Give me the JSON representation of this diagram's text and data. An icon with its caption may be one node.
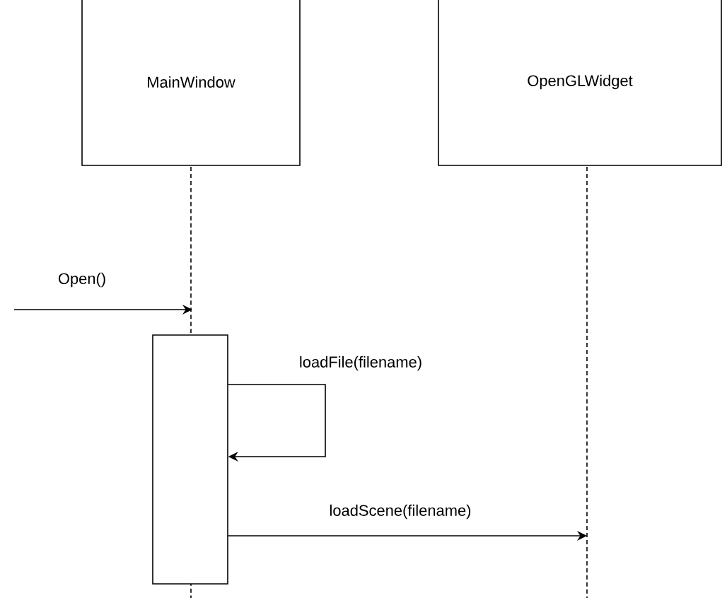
{
  "diagram": {
    "nodes": [
      {
        "text": [
          "MainWindow"
        ]
      },
      {
        "text": [
          "OpenGLWidget"
        ]
      },
      {
        "text": [],
        "shape": "bar"
      }
    ],
    "edges": [
      {
        "from": null,
        "to": 0,
        "arrow": "to",
        "label": "Open()"
      },
      {
        "from": 2,
        "to": 2,
        "arrow": "to",
        "label": "loadFile(filename)"
      },
      {
        "from": 2,
        "to": 1,
        "arrow": "to",
        "label": "loadScene(filename)"
      }
    ]
  }
}
